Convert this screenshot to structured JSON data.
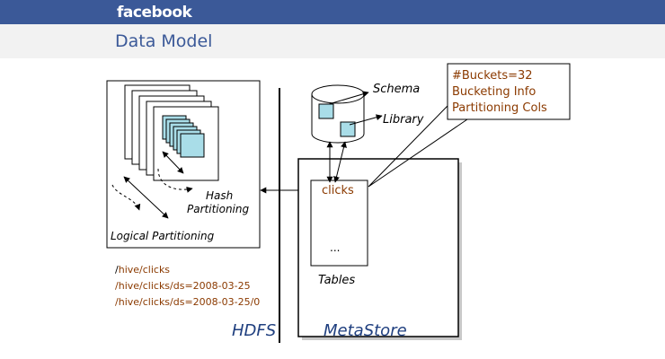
{
  "header": {
    "brand": "facebook",
    "title": "Data Model"
  },
  "hdfs_panel": {
    "hash_line1": "Hash",
    "hash_line2": "Partitioning",
    "logical": "Logical Partitioning",
    "paths": [
      {
        "slash": "/",
        "rest": "hive/clicks"
      },
      {
        "slash": "/",
        "rest": "hive/clicks/ds=2008-03-25"
      },
      {
        "slash": "/",
        "rest": "hive/clicks/ds=2008-03-25/0"
      }
    ],
    "label": "HDFS"
  },
  "metastore": {
    "schema": "Schema",
    "library": "Library",
    "clicks": "clicks",
    "ellipsis": "...",
    "tables": "Tables",
    "label": "MetaStore"
  },
  "callout": {
    "lines": [
      "#Buckets=32",
      "Bucketing Info",
      "Partitioning Cols"
    ]
  },
  "colors": {
    "brand_blue": "#3b5998",
    "text_brown": "#8b3a00",
    "bucket_fill": "#a9dde8",
    "section_blue": "#1f3f7f"
  }
}
